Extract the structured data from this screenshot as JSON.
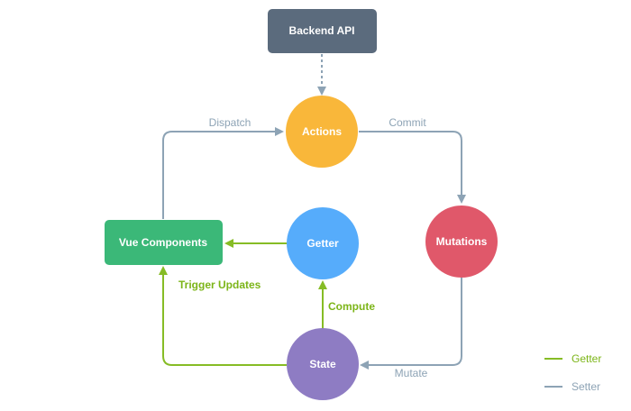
{
  "nodes": {
    "backend_api": {
      "label": "Backend API",
      "color": "#5b6b7d"
    },
    "actions": {
      "label": "Actions",
      "color": "#f9b73a"
    },
    "mutations": {
      "label": "Mutations",
      "color": "#e0586a"
    },
    "getter": {
      "label": "Getter",
      "color": "#56acfb"
    },
    "vue_components": {
      "label": "Vue Components",
      "color": "#3bb878"
    },
    "state": {
      "label": "State",
      "color": "#8e7cc3"
    }
  },
  "edges": {
    "dispatch": {
      "label": "Dispatch",
      "kind": "setter"
    },
    "commit": {
      "label": "Commit",
      "kind": "setter"
    },
    "mutate": {
      "label": "Mutate",
      "kind": "setter"
    },
    "compute": {
      "label": "Compute",
      "kind": "getter"
    },
    "trigger_updates": {
      "label": "Trigger Updates",
      "kind": "getter"
    },
    "getter_to_components": {
      "label": "",
      "kind": "getter"
    },
    "backend_to_actions": {
      "label": "",
      "kind": "setter-dashed"
    }
  },
  "legend": [
    {
      "label": "Getter",
      "color": "#86bc25"
    },
    {
      "label": "Setter",
      "color": "#8da3b5"
    }
  ],
  "colors": {
    "getter": "#86bc25",
    "setter": "#8da3b5",
    "setter_label": "#8da3b5",
    "getter_label": "#7cb518"
  }
}
